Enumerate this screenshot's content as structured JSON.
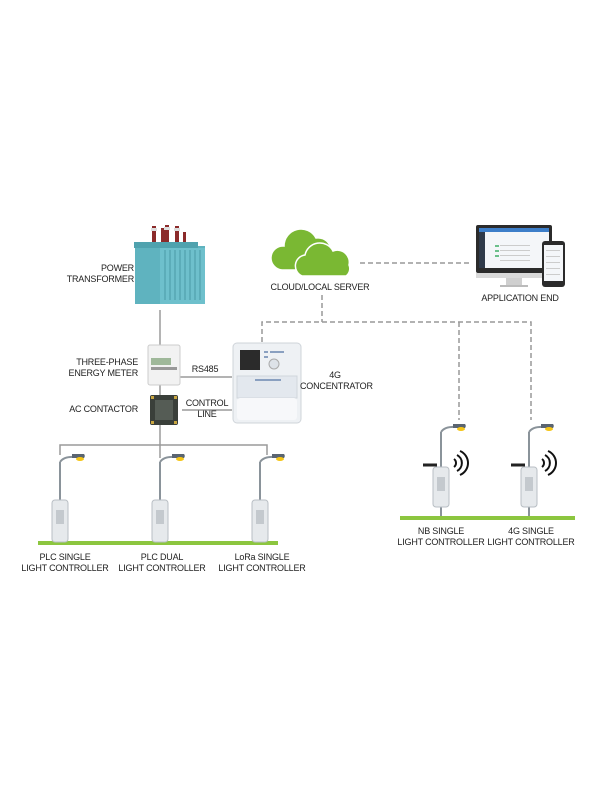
{
  "diagram": {
    "nodes": {
      "power_transformer": {
        "line1": "POWER",
        "line2": "TRANSFORMER"
      },
      "cloud_server": {
        "label": "CLOUD/LOCAL SERVER"
      },
      "application_end": {
        "label": "APPLICATION END"
      },
      "energy_meter": {
        "line1": "THREE-PHASE",
        "line2": "ENERGY METER"
      },
      "ac_contactor": {
        "label": "AC CONTACTOR"
      },
      "concentrator": {
        "line1": "4G",
        "line2": "CONCENTRATOR"
      },
      "plc_single": {
        "line1": "PLC SINGLE",
        "line2": "LIGHT CONTROLLER"
      },
      "plc_dual": {
        "line1": "PLC DUAL",
        "line2": "LIGHT CONTROLLER"
      },
      "lora_single": {
        "line1": "LoRa SINGLE",
        "line2": "LIGHT CONTROLLER"
      },
      "nb_single": {
        "line1": "NB SINGLE",
        "line2": "LIGHT CONTROLLER"
      },
      "g4_single": {
        "line1": "4G SINGLE",
        "line2": "LIGHT CONTROLLER"
      }
    },
    "links": {
      "rs485": {
        "label": "RS485"
      },
      "control_line": {
        "line1": "CONTROL",
        "line2": "LINE"
      }
    },
    "colors": {
      "cloud": "#7ab833",
      "ground_line": "#8cc63f",
      "transformer": "#5fb3bf",
      "dashed_line": "#999999",
      "solid_line": "#9a9a9a",
      "lamp": "#f5c518"
    }
  }
}
